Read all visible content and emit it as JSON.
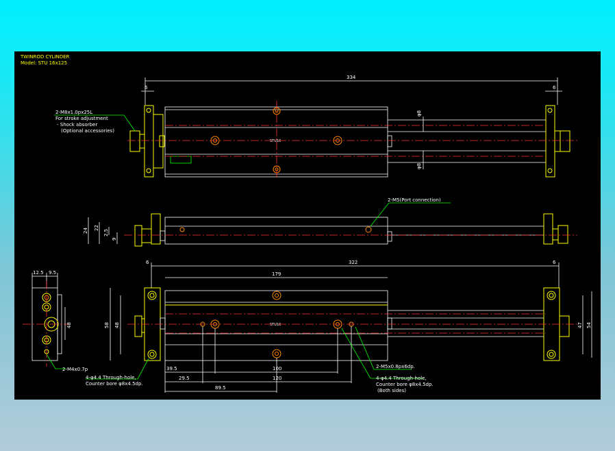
{
  "title": {
    "line1": "TWINROD CYLINDER",
    "line2": "Model: STU 16x125"
  },
  "dims": {
    "top_overall": "334",
    "top_left_end": "6",
    "top_right_end": "6",
    "rod_dia_top": "φ8",
    "rod_dia_bottom": "φ8",
    "side_height_24": "24",
    "side_height_22": "22",
    "side_height_25": "2.5",
    "side_height_9": "9",
    "plan_overall": "322",
    "plan_left_end": "6",
    "plan_right_end": "6",
    "plan_body": "179",
    "plan_h58": "58",
    "plan_h48": "48",
    "plan_h47": "47",
    "plan_h54": "54",
    "plan_395": "39.5",
    "plan_100": "100",
    "plan_295": "29.5",
    "plan_120": "120",
    "plan_895": "89.5",
    "end_125": "12.5",
    "end_95": "9.5",
    "end_48": "48"
  },
  "notes": {
    "stroke_adj_1": "2-M8x1.0px25L",
    "stroke_adj_2": "For stroke adjustment",
    "stroke_adj_3": "- Shock absorber",
    "stroke_adj_4": "(Optional accessories)",
    "port": "2-M5(Port connection)",
    "m4": "2-M4x0.7p",
    "through_left_1": "4-φ4.4 Through-hole,",
    "through_left_2": "Counter bore φ8x4.5dp.",
    "m5": "2-M5x0.8px6dp.",
    "through_right_1": "4-φ4.4 Through-hole,",
    "through_right_2": "Counter bore φ8x4.5dp.",
    "through_right_3": "(Both sides)",
    "body_label": "STU16"
  },
  "colors": {
    "page_top": "#00f0ff",
    "page_bottom": "#b2cbd9",
    "canvas": "#000000",
    "outline": "#ffff00",
    "dimension": "#ffffff",
    "centerline": "#ff3333",
    "leader": "#00ff00",
    "port": "#ff8800"
  }
}
